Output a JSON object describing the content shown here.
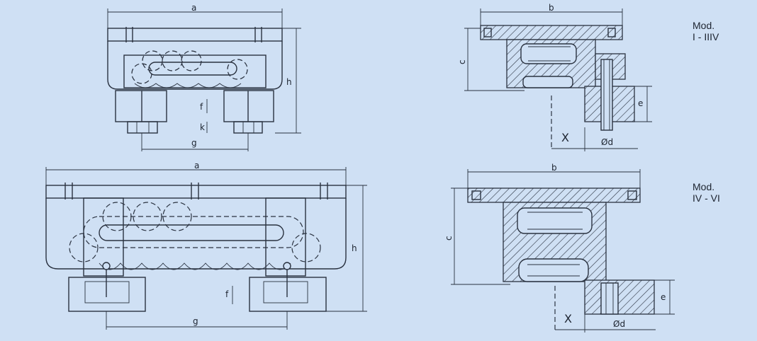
{
  "top_left": {
    "dim_top": "a",
    "dim_height": "h",
    "dim_bottom": "g",
    "dim_f": "f",
    "dim_k": "k"
  },
  "top_right": {
    "dim_top": "b",
    "dim_left": "c",
    "dim_e": "e",
    "dim_x": "X",
    "dim_d": "Ød"
  },
  "bottom_left": {
    "dim_top": "a",
    "dim_height": "h",
    "dim_bottom": "g",
    "dim_f": "f"
  },
  "bottom_right": {
    "dim_top": "b",
    "dim_left": "c",
    "dim_e": "e",
    "dim_x": "X",
    "dim_d": "Ød"
  },
  "model_labels": {
    "upper": {
      "line1": "Mod.",
      "line2": "I - IIIV"
    },
    "lower": {
      "line1": "Mod.",
      "line2": "IV - VI"
    }
  }
}
